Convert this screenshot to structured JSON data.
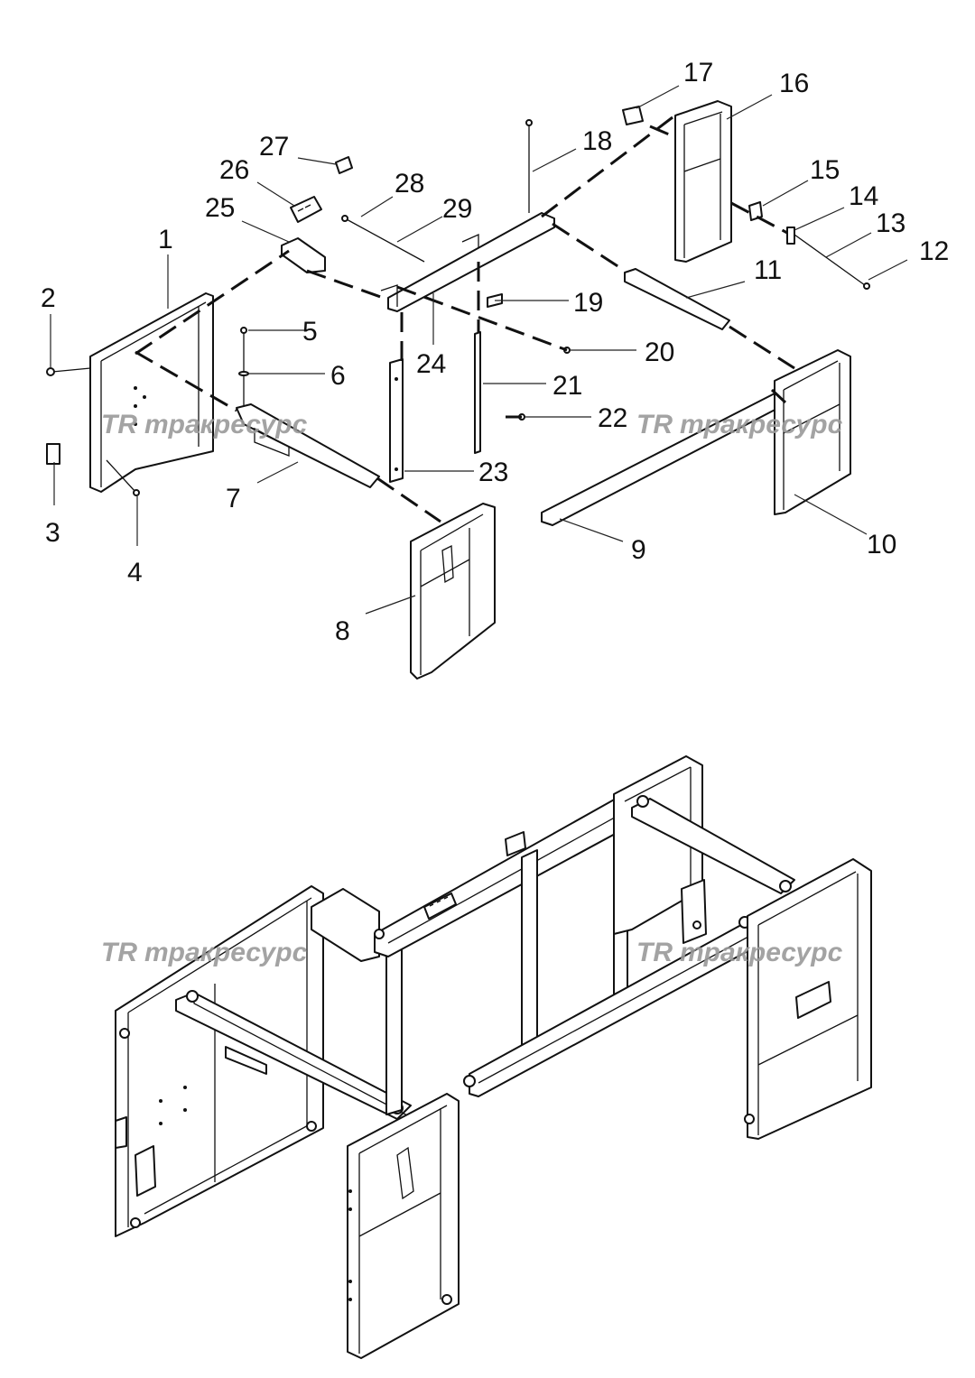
{
  "labels": [
    "1",
    "2",
    "3",
    "4",
    "5",
    "6",
    "7",
    "8",
    "9",
    "10",
    "11",
    "12",
    "13",
    "14",
    "15",
    "16",
    "17",
    "18",
    "19",
    "20",
    "21",
    "22",
    "23",
    "24",
    "25",
    "26",
    "27",
    "28",
    "29"
  ],
  "watermark": {
    "text": "тракресурс",
    "logo": "TR",
    "color": "#9a9a9a"
  },
  "colors": {
    "line": "#111111",
    "background": "#ffffff"
  }
}
